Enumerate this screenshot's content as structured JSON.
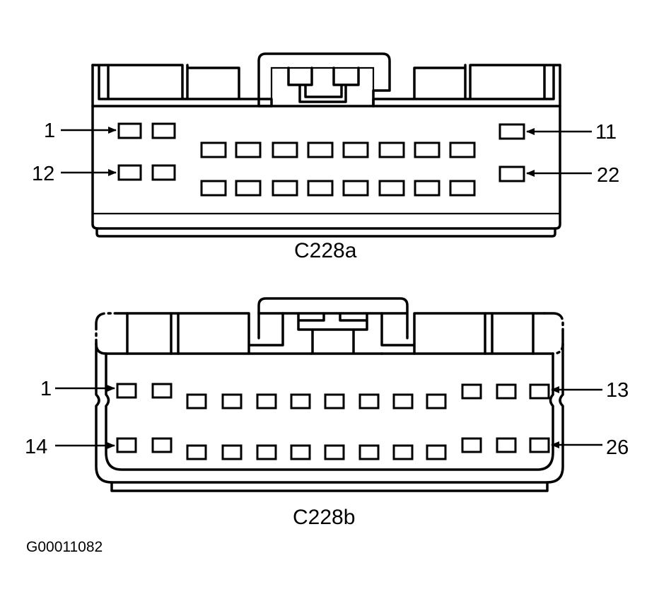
{
  "connectors": [
    {
      "name": "C228a",
      "labels": {
        "top_left": "1",
        "bottom_left": "12",
        "top_right": "11",
        "bottom_right": "22"
      }
    },
    {
      "name": "C228b",
      "labels": {
        "top_left": "1",
        "bottom_left": "14",
        "top_right": "13",
        "bottom_right": "26"
      }
    }
  ],
  "figure_id": "G00011082"
}
